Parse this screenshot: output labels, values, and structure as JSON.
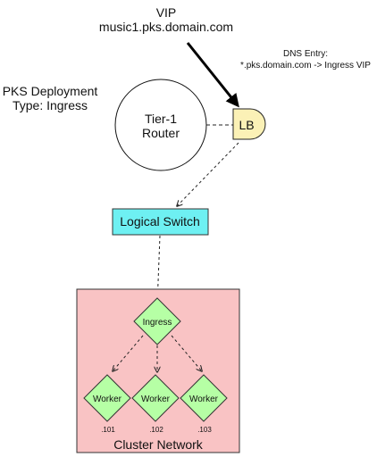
{
  "vip": {
    "label": "VIP",
    "hostname": "music1.pks.domain.com"
  },
  "dns": {
    "title": "DNS Entry:",
    "entry": "*.pks.domain.com -> Ingress VIP"
  },
  "deployment": {
    "line1": "PKS Deployment",
    "line2": "Type: Ingress"
  },
  "router": {
    "line1": "Tier-1",
    "line2": "Router"
  },
  "lb": {
    "label": "LB",
    "color": "#fbf1b6"
  },
  "logical_switch": {
    "label": "Logical Switch",
    "color": "#6ef0f2"
  },
  "cluster": {
    "label": "Cluster Network",
    "color": "#f9c3c4",
    "node_color": "#b6ffa5",
    "ingress": "Ingress",
    "workers": [
      {
        "label": "Worker",
        "ip": ".101"
      },
      {
        "label": "Worker",
        "ip": ".102"
      },
      {
        "label": "Worker",
        "ip": ".103"
      }
    ]
  }
}
